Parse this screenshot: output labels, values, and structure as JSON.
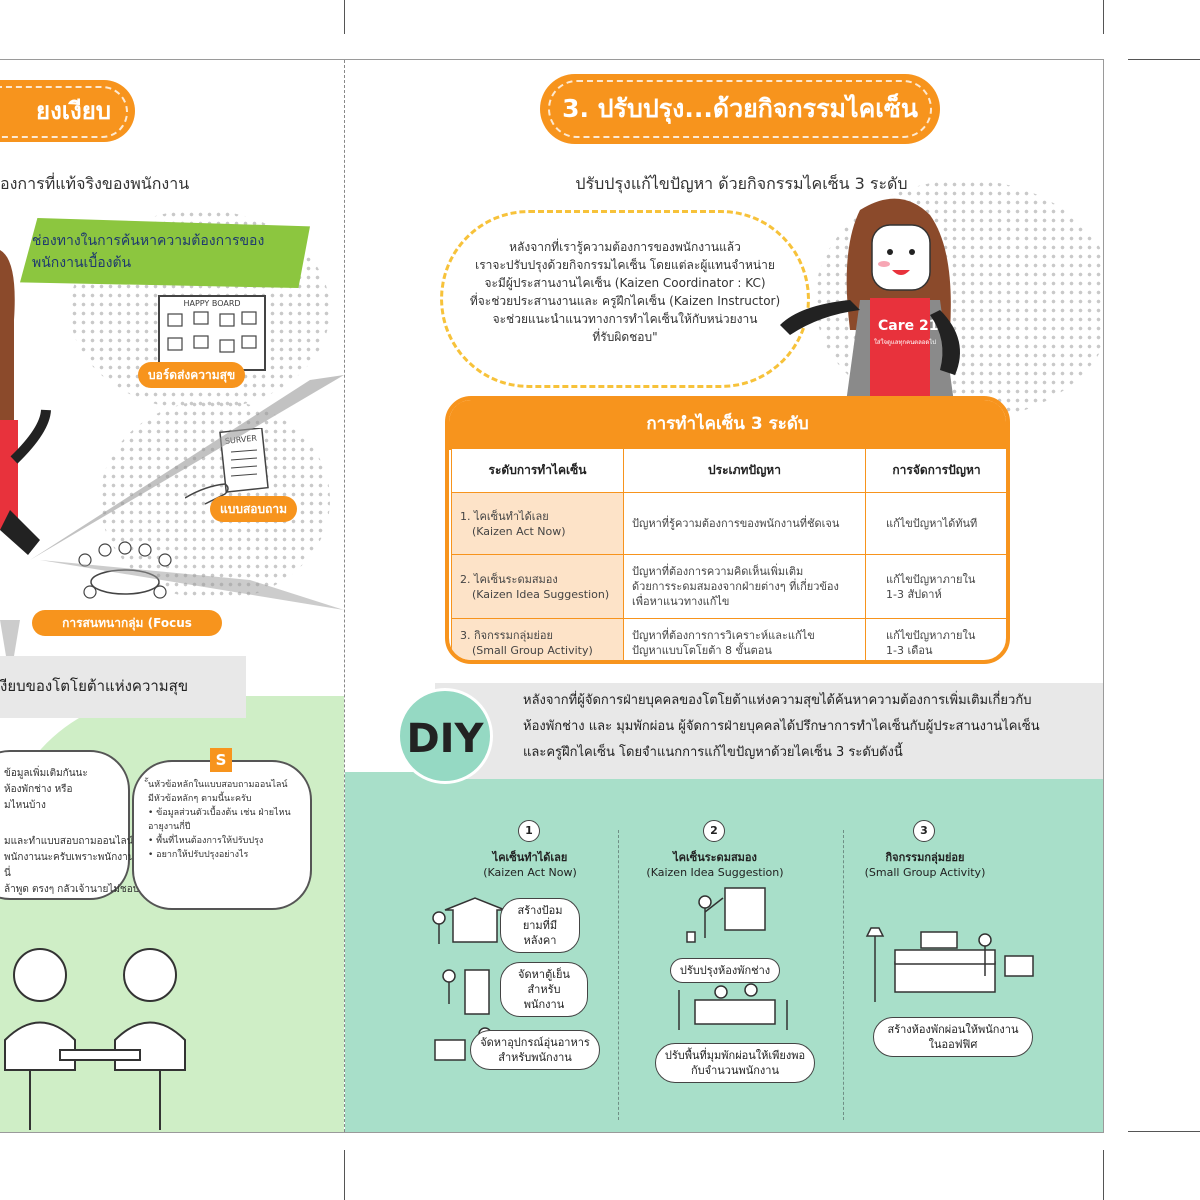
{
  "left_panel": {
    "title_fragment": "ยงเงียบ",
    "subtitle_fragment": "องการที่แท้จริงของพนักงาน",
    "green_banner": "ช่องทางในการค้นหาความต้องการของพนักงานเบื้องต้น",
    "happy_board_sketch": "HAPPY BOARD",
    "tag_happy_board": "บอร์ดส่งความสุข",
    "survey_sketch": "SURVER",
    "tag_survey": "แบบสอบถาม",
    "tag_focus_group": "การสนทนากลุ่ม (Focus group)",
    "bottom_bar": "งียบของโตโยต้าแห่งความสุข",
    "bubble_left_lines": [
      "ข้อมูลเพิ่มเติมกันนะ",
      "ห้องพักช่าง หรือ",
      "มไหนบ้าง",
      "",
      "มและทำแบบสอบถามออนไลน์",
      "พนักงานนะครับเพราะพนักงานที่นี่",
      "ล้าพูด ตรงๆ กลัวเจ้านายไม่ชอบ"
    ],
    "bubble_right_letter": "S",
    "bubble_right_lines": [
      "ั้นหัวข้อหลักในแบบสอบถามออนไลน์",
      "มีหัวข้อหลักๆ ตามนี้นะครับ",
      "• ข้อมูลส่วนตัวเบื้องต้น เช่น ฝ่ายไหน",
      "  อายุงานกี่ปี",
      "• พื้นที่ไหนต้องการให้ปรับปรุง",
      "• อยากให้ปรับปรุงอย่างไร"
    ]
  },
  "right_panel": {
    "title": "3. ปรับปรุง...ด้วยกิจกรรมไคเซ็น",
    "subtitle": "ปรับปรุงแก้ไขปัญหา ด้วยกิจกรรมไคเซ็น 3 ระดับ",
    "speech_lines": [
      "หลังจากที่เรารู้ความต้องการของพนักงานแล้ว",
      "เราจะปรับปรุงด้วยกิจกรรมไคเซ็น โดยแต่ละผู้แทนจำหน่าย",
      "จะมีผู้ประสานงานไคเซ็น (Kaizen Coordinator : KC)",
      "ที่จะช่วยประสานงานและ ครูฝึกไคเซ็น (Kaizen Instructor)",
      "จะช่วยแนะนำแนวทางการทำไคเซ็นให้กับหน่วยงาน",
      "ที่รับผิดชอบ\""
    ],
    "apron_logo": "Care 21",
    "apron_tagline": "ใส่ใจดูแลทุกคนตลอดไป",
    "table": {
      "title": "การทำไคเซ็น 3 ระดับ",
      "headers": [
        "ระดับการทำไคเซ็น",
        "ประเภทปัญหา",
        "การจัดการปัญหา"
      ],
      "rows": [
        {
          "level_line1": "1. ไคเซ็นทำได้เลย",
          "level_line2": "(Kaizen Act Now)",
          "problem_line1": "ปัญหาที่รู้ความต้องการของพนักงานที่ชัดเจน",
          "problem_line2": "",
          "problem_line3": "",
          "handle_line1": "แก้ไขปัญหาได้ทันที",
          "handle_line2": ""
        },
        {
          "level_line1": "2. ไคเซ็นระดมสมอง",
          "level_line2": "(Kaizen Idea Suggestion)",
          "problem_line1": "ปัญหาที่ต้องการความคิดเห็นเพิ่มเติม",
          "problem_line2": "ด้วยการระดมสมองจากฝ่ายต่างๆ ที่เกี่ยวข้อง",
          "problem_line3": "เพื่อหาแนวทางแก้ไข",
          "handle_line1": "แก้ไขปัญหาภายใน",
          "handle_line2": "1-3 สัปดาห์"
        },
        {
          "level_line1": "3. กิจกรรมกลุ่มย่อย",
          "level_line2": "(Small Group Activity)",
          "problem_line1": "ปัญหาที่ต้องการการวิเคราะห์และแก้ไข",
          "problem_line2": "ปัญหาแบบโตโยต้า 8 ขั้นตอน",
          "problem_line3": "",
          "handle_line1": "แก้ไขปัญหาภายใน",
          "handle_line2": "1-3 เดือน"
        }
      ]
    },
    "diy": {
      "badge": "DIY",
      "lines": [
        "หลังจากที่ผู้จัดการฝ่ายบุคคลของโตโยต้าแห่งความสุขได้ค้นหาความต้องการเพิ่มเติมเกี่ยวกับ",
        "ห้องพักช่าง และ มุมพักผ่อน ผู้จัดการฝ่ายบุคคลได้ปรึกษาการทำไคเซ็นกับผู้ประสานงานไคเซ็น",
        "และครูฝึกไคเซ็น โดยจำแนกการแก้ไขปัญหาด้วยไคเซ็น 3 ระดับดังนี้"
      ]
    },
    "steps": [
      {
        "number": "1",
        "title": "ไคเซ็นทำได้เลย",
        "subtitle": "(Kaizen Act Now)",
        "items": [
          "สร้างป้อมยามที่มีหลังคา",
          "จัดหาตู้เย็นสำหรับพนักงาน",
          "จัดหาอุปกรณ์อุ่นอาหารสำหรับพนักงาน"
        ]
      },
      {
        "number": "2",
        "title": "ไคเซ็นระดมสมอง",
        "subtitle": "(Kaizen Idea Suggestion)",
        "items": [
          "ปรับปรุงห้องพักช่าง",
          "ปรับพื้นที่มุมพักผ่อนให้เพียงพอกับจำนวนพนักงาน"
        ]
      },
      {
        "number": "3",
        "title": "กิจกรรมกลุ่มย่อย",
        "subtitle": "(Small Group Activity)",
        "items": [
          "สร้างห้องพักผ่อนให้พนักงานในออฟฟิศ"
        ]
      }
    ]
  },
  "colors": {
    "orange": "#f7941d",
    "green_banner": "#8cc63f",
    "light_green": "#cfeec6",
    "teal": "#a8dfc9",
    "table_cell": "#fde3c8",
    "apron_red": "#e8323c"
  }
}
